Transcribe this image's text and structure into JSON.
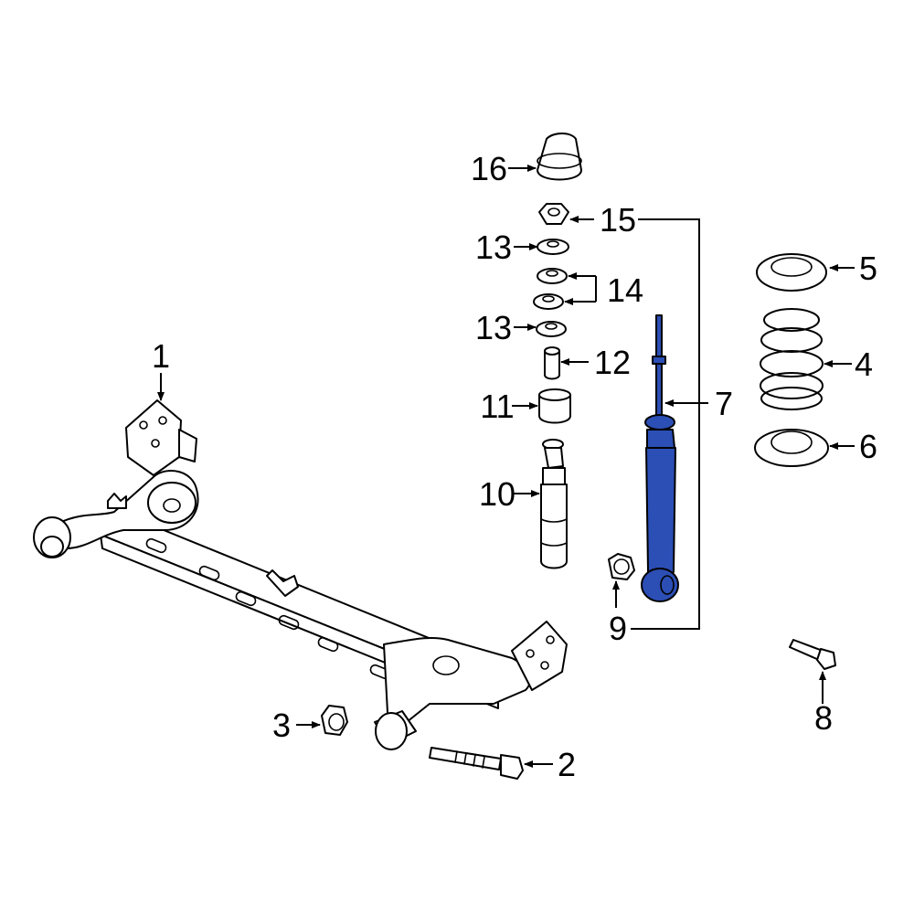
{
  "diagram": {
    "highlight_color": "#2c4fb5",
    "line_color": "#000000",
    "background": "#ffffff",
    "callouts": {
      "c1": "1",
      "c2": "2",
      "c3": "3",
      "c4": "4",
      "c5": "5",
      "c6": "6",
      "c7": "7",
      "c8": "8",
      "c9": "9",
      "c10": "10",
      "c11": "11",
      "c12": "12",
      "c13a": "13",
      "c13b": "13",
      "c14": "14",
      "c15": "15",
      "c16": "16"
    }
  }
}
